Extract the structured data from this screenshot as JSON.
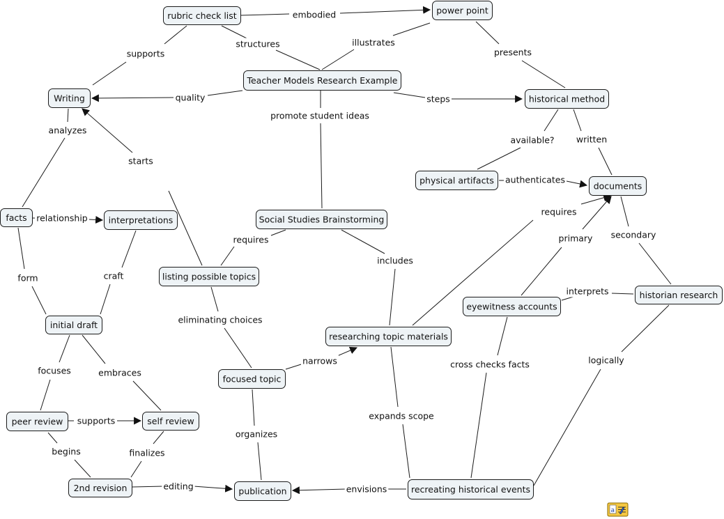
{
  "concepts": [
    {
      "id": "rubric",
      "label": "rubric check list"
    },
    {
      "id": "powerpoint",
      "label": "power point"
    },
    {
      "id": "teacher",
      "label": "Teacher Models Research Example"
    },
    {
      "id": "writing",
      "label": "Writing"
    },
    {
      "id": "histmethod",
      "label": "historical method"
    },
    {
      "id": "artifacts",
      "label": "physical artifacts"
    },
    {
      "id": "documents",
      "label": "documents"
    },
    {
      "id": "facts",
      "label": "facts"
    },
    {
      "id": "interpretations",
      "label": "interpretations"
    },
    {
      "id": "ssb",
      "label": "Social Studies Brainstorming"
    },
    {
      "id": "listing",
      "label": "listing possible topics"
    },
    {
      "id": "eyewitness",
      "label": "eyewitness accounts"
    },
    {
      "id": "historian",
      "label": "historian research"
    },
    {
      "id": "initialdraft",
      "label": "initial draft"
    },
    {
      "id": "researching",
      "label": "researching topic materials"
    },
    {
      "id": "focused",
      "label": "focused topic"
    },
    {
      "id": "peer",
      "label": "peer review"
    },
    {
      "id": "self",
      "label": "self review"
    },
    {
      "id": "revision2",
      "label": "2nd revision"
    },
    {
      "id": "publication",
      "label": "publication"
    },
    {
      "id": "recreating",
      "label": "recreating historical events"
    }
  ],
  "links": [
    {
      "id": "embodied",
      "label": "embodied",
      "from": "rubric",
      "to": "powerpoint",
      "arrow": true
    },
    {
      "id": "supports1",
      "label": "supports",
      "from": "rubric",
      "to": "writing",
      "arrow": false
    },
    {
      "id": "structures",
      "label": "structures",
      "from": "rubric",
      "to": "teacher",
      "arrow": false
    },
    {
      "id": "illustrates",
      "label": "illustrates",
      "from": "powerpoint",
      "to": "teacher",
      "arrow": false
    },
    {
      "id": "presents",
      "label": "presents",
      "from": "powerpoint",
      "to": "histmethod",
      "arrow": false
    },
    {
      "id": "quality",
      "label": "quality",
      "from": "teacher",
      "to": "writing",
      "arrow": true
    },
    {
      "id": "steps",
      "label": "steps",
      "from": "teacher",
      "to": "histmethod",
      "arrow": true
    },
    {
      "id": "promote",
      "label": "promote student ideas",
      "from": "teacher",
      "to": "ssb",
      "arrow": false
    },
    {
      "id": "available",
      "label": "available?",
      "from": "histmethod",
      "to": "artifacts",
      "arrow": false
    },
    {
      "id": "written",
      "label": "written",
      "from": "histmethod",
      "to": "documents",
      "arrow": false
    },
    {
      "id": "authenticates",
      "label": "authenticates",
      "from": "artifacts",
      "to": "documents",
      "arrow": true
    },
    {
      "id": "analyzes",
      "label": "analyzes",
      "from": "writing",
      "to": "facts",
      "arrow": false
    },
    {
      "id": "starts",
      "label": "starts",
      "from": "listing",
      "to": "writing",
      "arrow": true
    },
    {
      "id": "relationship",
      "label": "relationship",
      "from": "facts",
      "to": "interpretations",
      "arrow": true
    },
    {
      "id": "form",
      "label": "form",
      "from": "facts",
      "to": "initialdraft",
      "arrow": false
    },
    {
      "id": "craft",
      "label": "craft",
      "from": "interpretations",
      "to": "initialdraft",
      "arrow": false
    },
    {
      "id": "requires1",
      "label": "requires",
      "from": "ssb",
      "to": "listing",
      "arrow": false
    },
    {
      "id": "includes",
      "label": "includes",
      "from": "ssb",
      "to": "researching",
      "arrow": false
    },
    {
      "id": "requires2",
      "label": "requires",
      "from": "researching",
      "to": "documents",
      "arrow": true
    },
    {
      "id": "primary",
      "label": "primary",
      "from": "eyewitness",
      "to": "documents",
      "arrow": true
    },
    {
      "id": "secondary",
      "label": "secondary",
      "from": "documents",
      "to": "historian",
      "arrow": false
    },
    {
      "id": "interprets",
      "label": "interprets",
      "from": "historian",
      "to": "eyewitness",
      "arrow": false
    },
    {
      "id": "eliminating",
      "label": "eliminating choices",
      "from": "listing",
      "to": "focused",
      "arrow": false
    },
    {
      "id": "narrows",
      "label": "narrows",
      "from": "focused",
      "to": "researching",
      "arrow": true
    },
    {
      "id": "crosschecks",
      "label": "cross checks facts",
      "from": "eyewitness",
      "to": "recreating",
      "arrow": false
    },
    {
      "id": "logically",
      "label": "logically",
      "from": "historian",
      "to": "recreating",
      "arrow": false
    },
    {
      "id": "focuses",
      "label": "focuses",
      "from": "initialdraft",
      "to": "peer",
      "arrow": false
    },
    {
      "id": "embraces",
      "label": "embraces",
      "from": "initialdraft",
      "to": "self",
      "arrow": false
    },
    {
      "id": "supports2",
      "label": "supports",
      "from": "peer",
      "to": "self",
      "arrow": true
    },
    {
      "id": "begins",
      "label": "begins",
      "from": "peer",
      "to": "revision2",
      "arrow": false
    },
    {
      "id": "finalizes",
      "label": "finalizes",
      "from": "self",
      "to": "revision2",
      "arrow": false
    },
    {
      "id": "organizes",
      "label": "organizes",
      "from": "focused",
      "to": "publication",
      "arrow": false
    },
    {
      "id": "editing",
      "label": "editing",
      "from": "revision2",
      "to": "publication",
      "arrow": true
    },
    {
      "id": "expands",
      "label": "expands scope",
      "from": "researching",
      "to": "recreating",
      "arrow": false
    },
    {
      "id": "envisions",
      "label": "envisions",
      "from": "recreating",
      "to": "publication",
      "arrow": true
    }
  ],
  "colors": {
    "node_fill": "#eef3f6",
    "node_stroke": "#1a1a1a",
    "edge": "#1a1a1a",
    "background": "#ffffff"
  },
  "footer": {
    "icon": "cmap-resource-icon"
  }
}
